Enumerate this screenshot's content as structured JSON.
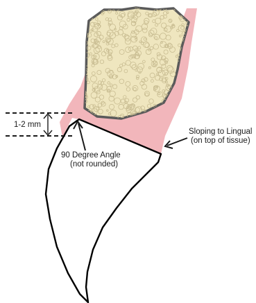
{
  "labels": {
    "measurement": "1-2 mm",
    "angle_line1": "90 Degree Angle",
    "angle_line2": "(not rounded)",
    "sloping_line1": "Sloping to Lingual",
    "sloping_line2": "(on top of tissue)"
  },
  "colors": {
    "gingiva": "#f2b6bb",
    "bone": "#efe6bf",
    "bone_outline": "#5a5a5a",
    "tooth_outline": "#000000",
    "ink": "#1a1a1a"
  }
}
